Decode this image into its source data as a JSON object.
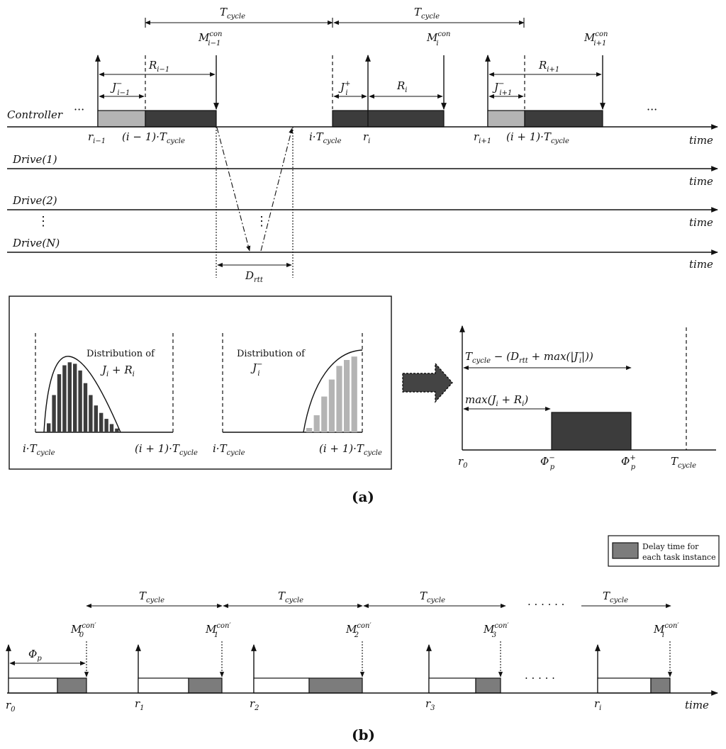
{
  "panel_a": {
    "caption": "(a)",
    "cycle_label_1": "T",
    "cycle_label_1_sub": "cycle",
    "cycle_label_2": "T",
    "cycle_label_2_sub": "cycle",
    "messages": [
      {
        "base": "M",
        "sup": "con",
        "sub": "i−1"
      },
      {
        "base": "M",
        "sup": "con",
        "sub": "i"
      },
      {
        "base": "M",
        "sup": "con",
        "sub": "i+1"
      }
    ],
    "response_labels": [
      {
        "base": "R",
        "sub": "i−1"
      },
      {
        "base": "R",
        "sub": "i"
      },
      {
        "base": "R",
        "sub": "i+1"
      }
    ],
    "jitter_labels": [
      {
        "base": "J",
        "sup": "−",
        "sub": "i−1"
      },
      {
        "base": "J",
        "sup": "+",
        "sub": "i"
      },
      {
        "base": "J",
        "sup": "−",
        "sub": "i+1"
      }
    ],
    "controller_label": "Controller",
    "ellipsis_left": "···",
    "ellipsis_right": "···",
    "axis_ticks": {
      "r_im1": "r",
      "r_im1_sub": "i−1",
      "t_im1_pre": "(i − 1)·T",
      "t_im1_sub": "cycle",
      "t_i_pre": "i·T",
      "t_i_sub": "cycle",
      "r_i": "r",
      "r_i_sub": "i",
      "r_ip1": "r",
      "r_ip1_sub": "i+1",
      "t_ip1_pre": "(i + 1)·T",
      "t_ip1_sub": "cycle"
    },
    "drives": [
      {
        "label": "Drive(1)"
      },
      {
        "label": "Drive(2)"
      },
      {
        "label": "⋮"
      },
      {
        "label": "Drive(N)"
      }
    ],
    "time_label": "time",
    "drtt": {
      "base": "D",
      "sub": "rtt"
    },
    "dist1": {
      "title_1": "Distribution of",
      "title_2": "J",
      "title_2_sub": "i",
      "title_2_rest": " + R",
      "title_2_rest_sub": "i",
      "left_tick": "i·T",
      "left_tick_sub": "cycle",
      "right_tick": "(i + 1)·T",
      "right_tick_sub": "cycle",
      "bars": [
        0.12,
        0.5,
        0.78,
        0.9,
        0.94,
        0.92,
        0.83,
        0.66,
        0.5,
        0.36,
        0.26,
        0.18,
        0.11,
        0.05
      ]
    },
    "dist2": {
      "title_1": "Distribution of",
      "title_2": "J",
      "title_2_sup": "−",
      "title_2_sub": "i",
      "left_tick": "i·T",
      "left_tick_sub": "cycle",
      "right_tick": "(i + 1)·T",
      "right_tick_sub": "cycle",
      "bars": [
        0.05,
        0.2,
        0.42,
        0.62,
        0.78,
        0.85,
        0.89
      ]
    },
    "window": {
      "top_label": "T",
      "top_label_sub": "cycle",
      "top_label_rest": " − (D",
      "top_label_rest_sub": "rtt",
      "top_label_rest2": " + max(|J",
      "top_label_rest2_sup": "−",
      "top_label_rest2_sub": "i",
      "top_label_rest3": "|))",
      "mid_label": "max(J",
      "mid_label_sub": "i",
      "mid_label_rest": " + R",
      "mid_label_rest_sub": "i",
      "mid_label_rest2": ")",
      "r0": "r",
      "r0_sub": "0",
      "phi_minus": "Φ",
      "phi_minus_sup": "−",
      "phi_minus_sub": "p",
      "phi_plus": "Φ",
      "phi_plus_sup": "+",
      "phi_plus_sub": "p",
      "tcycle": "T",
      "tcycle_sub": "cycle"
    }
  },
  "panel_b": {
    "caption": "(b)",
    "legend_line_1": "Delay time for",
    "legend_line_2": "each task instance",
    "cycle_labels": [
      {
        "base": "T",
        "sub": "cycle"
      },
      {
        "base": "T",
        "sub": "cycle"
      },
      {
        "base": "T",
        "sub": "cycle"
      },
      {
        "base": "T",
        "sub": "cycle"
      }
    ],
    "dots_top": "· · · · · ·",
    "dots_bottom": "· · · · ·",
    "phi": {
      "base": "Φ",
      "sub": "p"
    },
    "messages": [
      {
        "base": "M",
        "sup": "con′",
        "sub": "0"
      },
      {
        "base": "M",
        "sup": "con′",
        "sub": "1"
      },
      {
        "base": "M",
        "sup": "con′",
        "sub": "2"
      },
      {
        "base": "M",
        "sup": "con′",
        "sub": "3"
      },
      {
        "base": "M",
        "sup": "con′",
        "sub": "i"
      }
    ],
    "releases": [
      {
        "base": "r",
        "sub": "0"
      },
      {
        "base": "r",
        "sub": "1"
      },
      {
        "base": "r",
        "sub": "2"
      },
      {
        "base": "r",
        "sub": "3"
      },
      {
        "base": "r",
        "sub": "i"
      }
    ],
    "time_label": "time"
  }
}
